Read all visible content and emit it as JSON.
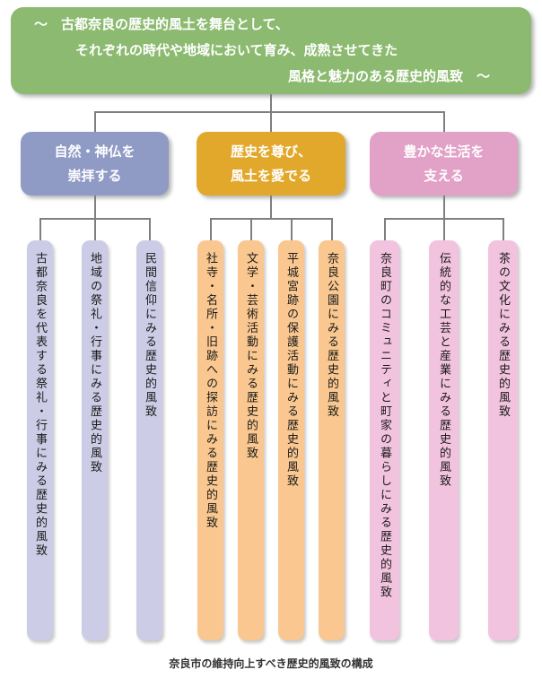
{
  "colors": {
    "root_box": "#8CBA70",
    "category_nature": "#8F9AC5",
    "category_history": "#E2A82B",
    "category_life": "#E2A1C7",
    "item_nature": "#CDCCE6",
    "item_history": "#F9C78F",
    "item_life": "#F2C3DE",
    "connector": "#7F7F7F",
    "box_text": "#FFFFFF",
    "item_text": "#1A1A1A"
  },
  "root": {
    "line1": "〜　古都奈良の歴史的風土を舞台として、",
    "line2": "それぞれの時代や地域において育み、成熟させてきた",
    "line3": "風格と魅力のある歴史的風致　〜"
  },
  "categories": [
    {
      "label_line1": "自然・神仏を",
      "label_line2": "崇拝する",
      "items": [
        "古都奈良を代表する祭礼・行事にみる歴史的風致",
        "地域の祭礼・行事にみる歴史的風致",
        "民間信仰にみる歴史的風致"
      ]
    },
    {
      "label_line1": "歴史を尊び、",
      "label_line2": "風土を愛でる",
      "items": [
        "社寺・名所・旧跡への探訪にみる歴史的風致",
        "文学・芸術活動にみる歴史的風致",
        "平城宮跡の保護活動にみる歴史的風致",
        "奈良公園にみる歴史的風致"
      ]
    },
    {
      "label_line1": "豊かな生活を",
      "label_line2": "支える",
      "items": [
        "奈良町のコミュニティと町家の暮らしにみる歴史的風致",
        "伝統的な工芸と産業にみる歴史的風致",
        "茶の文化にみる歴史的風致"
      ]
    }
  ],
  "caption": "奈良市の維持向上すべき歴史的風致の構成"
}
